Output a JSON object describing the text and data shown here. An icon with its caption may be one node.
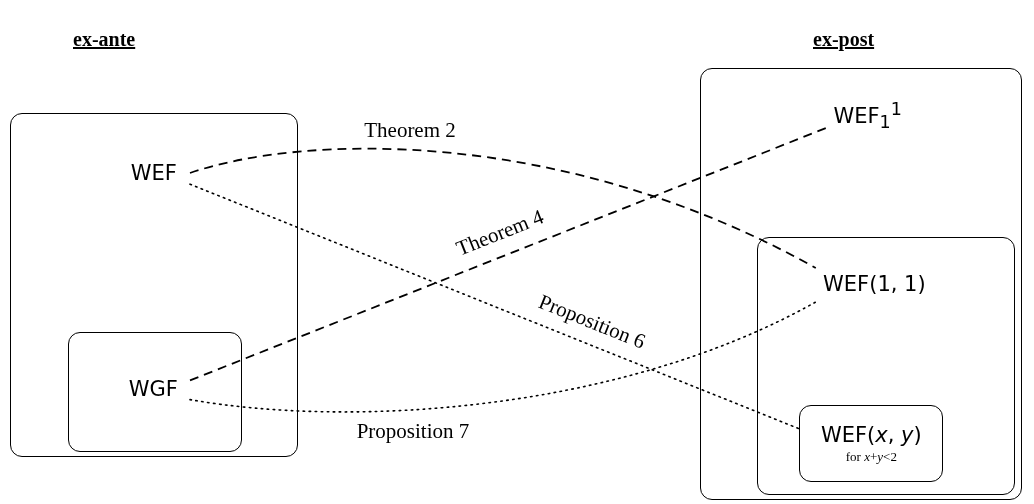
{
  "diagram": {
    "nodes": [
      {
        "text": [],
        "shape": "box"
      },
      {
        "text": [
          "WEF"
        ],
        "in": 0
      },
      {
        "text": [],
        "shape": "box",
        "in": 0
      },
      {
        "text": [
          "WGF"
        ],
        "in": 2
      },
      {
        "text": [],
        "shape": "box"
      },
      {
        "text": [
          "WEF$_{1}$$^{1}$"
        ],
        "in": 4
      },
      {
        "text": [],
        "shape": "box",
        "in": 4
      },
      {
        "text": [
          "WEF(1, 1)"
        ],
        "in": 6
      },
      {
        "text": [
          "WEF(*x*, *y*)",
          "for *x*+*y*<2"
        ],
        "in": 6
      }
    ],
    "edges": [
      {
        "from": 1,
        "to": 7,
        "arrow": "none",
        "label": "Theorem 2",
        "style": "dashed"
      },
      {
        "from": 3,
        "to": 5,
        "arrow": "none",
        "label": "Theorem 4",
        "style": "dashed"
      },
      {
        "from": 1,
        "to": 8,
        "arrow": "none",
        "label": "Proposition 6"
      },
      {
        "from": 3,
        "to": 7,
        "arrow": "none",
        "label": "Proposition 7"
      }
    ],
    "labels": [
      "ex-ante",
      "ex-post"
    ]
  }
}
